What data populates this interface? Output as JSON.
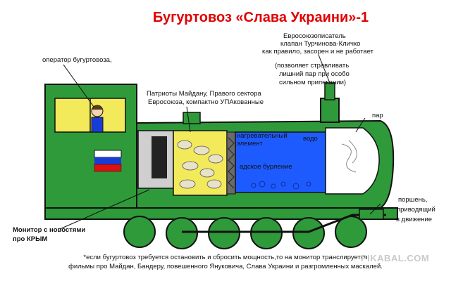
{
  "title": "Бугуртовоз «Слава Украини»-1",
  "labels": {
    "operator": "оператор бугуртовоза,",
    "eurounion_writer": "Евросоюзописатель",
    "valve": "клапан Турчинова-Кличко",
    "valve_note": "как правило, засорен и не работает",
    "release_note_1": "(позволяет стравливать",
    "release_note_2": "лишний пар при особо",
    "release_note_3": "сильном припекании)",
    "patriots_1": "Патриоты Майдану, Правого сектора",
    "patriots_2": "Евросоюза, компактно УПАкованные",
    "steam": "пар",
    "heating_1": "нагревательный",
    "heating_2": "элемент",
    "water": "водо",
    "boiling": "адское бурление",
    "piston_1": "поршень,",
    "piston_2": "приводящий",
    "piston_3": "в движение",
    "monitor_1": "Монитор с новостями",
    "monitor_2": "про КРЫМ"
  },
  "caption_line1": "*если бугуртовоз требуется остановить и сбросить мощность,то на монитор транслируется",
  "caption_line2": "фильмы про Майдан, Бандеру, повешенного Януковича, Слава Украини и разгромленных маскалей.",
  "watermark": "PIKABAL.COM",
  "colors": {
    "title": "#e00000",
    "body_green": "#2e9a3a",
    "window_yellow": "#f2ea5a",
    "water_blue": "#1e5bff",
    "flag_white": "#ffffff",
    "flag_blue": "#1a3cd6",
    "flag_red": "#e01010"
  }
}
